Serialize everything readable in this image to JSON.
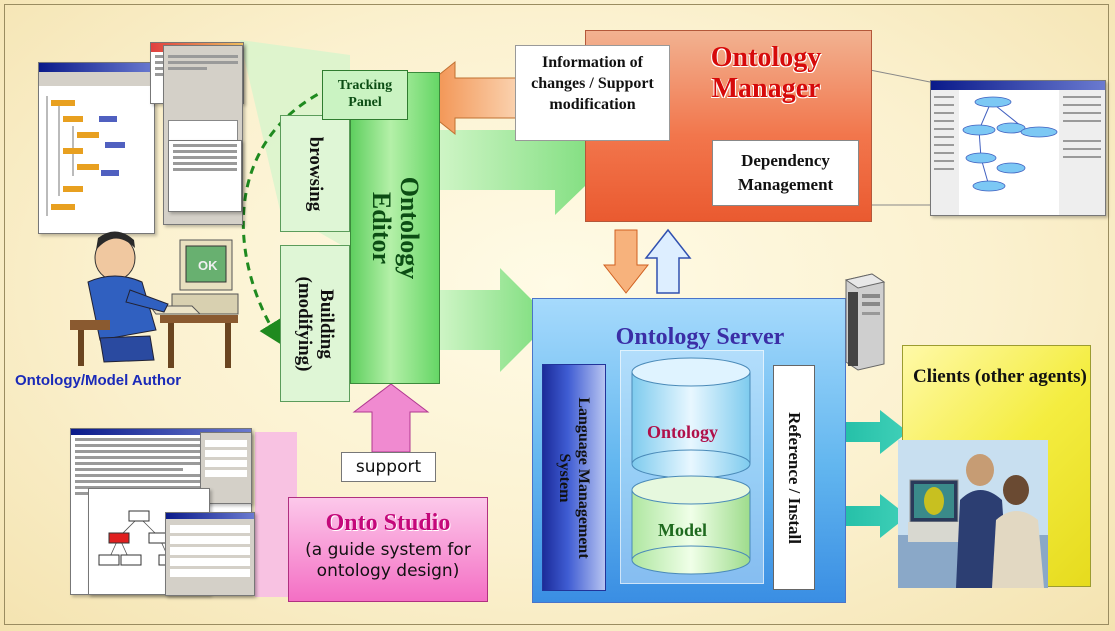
{
  "editor": {
    "title": "Ontology Editor",
    "tracking_panel": "Tracking Panel",
    "browsing": "browsing",
    "building": "Building (modifying)"
  },
  "manager": {
    "title": "Ontology Manager",
    "info_box": "Information of changes / Support modification",
    "dependency": "Dependency Management"
  },
  "server": {
    "title": "Ontology Server",
    "lms": "Language Management System",
    "ontology_db": "Ontology",
    "model_db": "Model",
    "reference": "Reference / Install"
  },
  "clients": {
    "title": "Clients (other agents)"
  },
  "studio": {
    "title": "Onto Studio",
    "subtitle": "(a guide system for ontology design)",
    "support": "support"
  },
  "author": {
    "label": "Ontology/Model Author"
  },
  "colors": {
    "editor_green": "#5fcf5f",
    "manager_orange": "#f2764c",
    "server_blue": "#62b6ef",
    "clients_yellow": "#f4ed40",
    "studio_pink": "#f46fc4",
    "title_red": "#d60a0a",
    "title_blue": "#3b2ea6"
  },
  "icons": [
    "person-at-computer",
    "server-tower",
    "tree-diagram",
    "database-cylinder",
    "screenshot-window",
    "people-photo"
  ]
}
